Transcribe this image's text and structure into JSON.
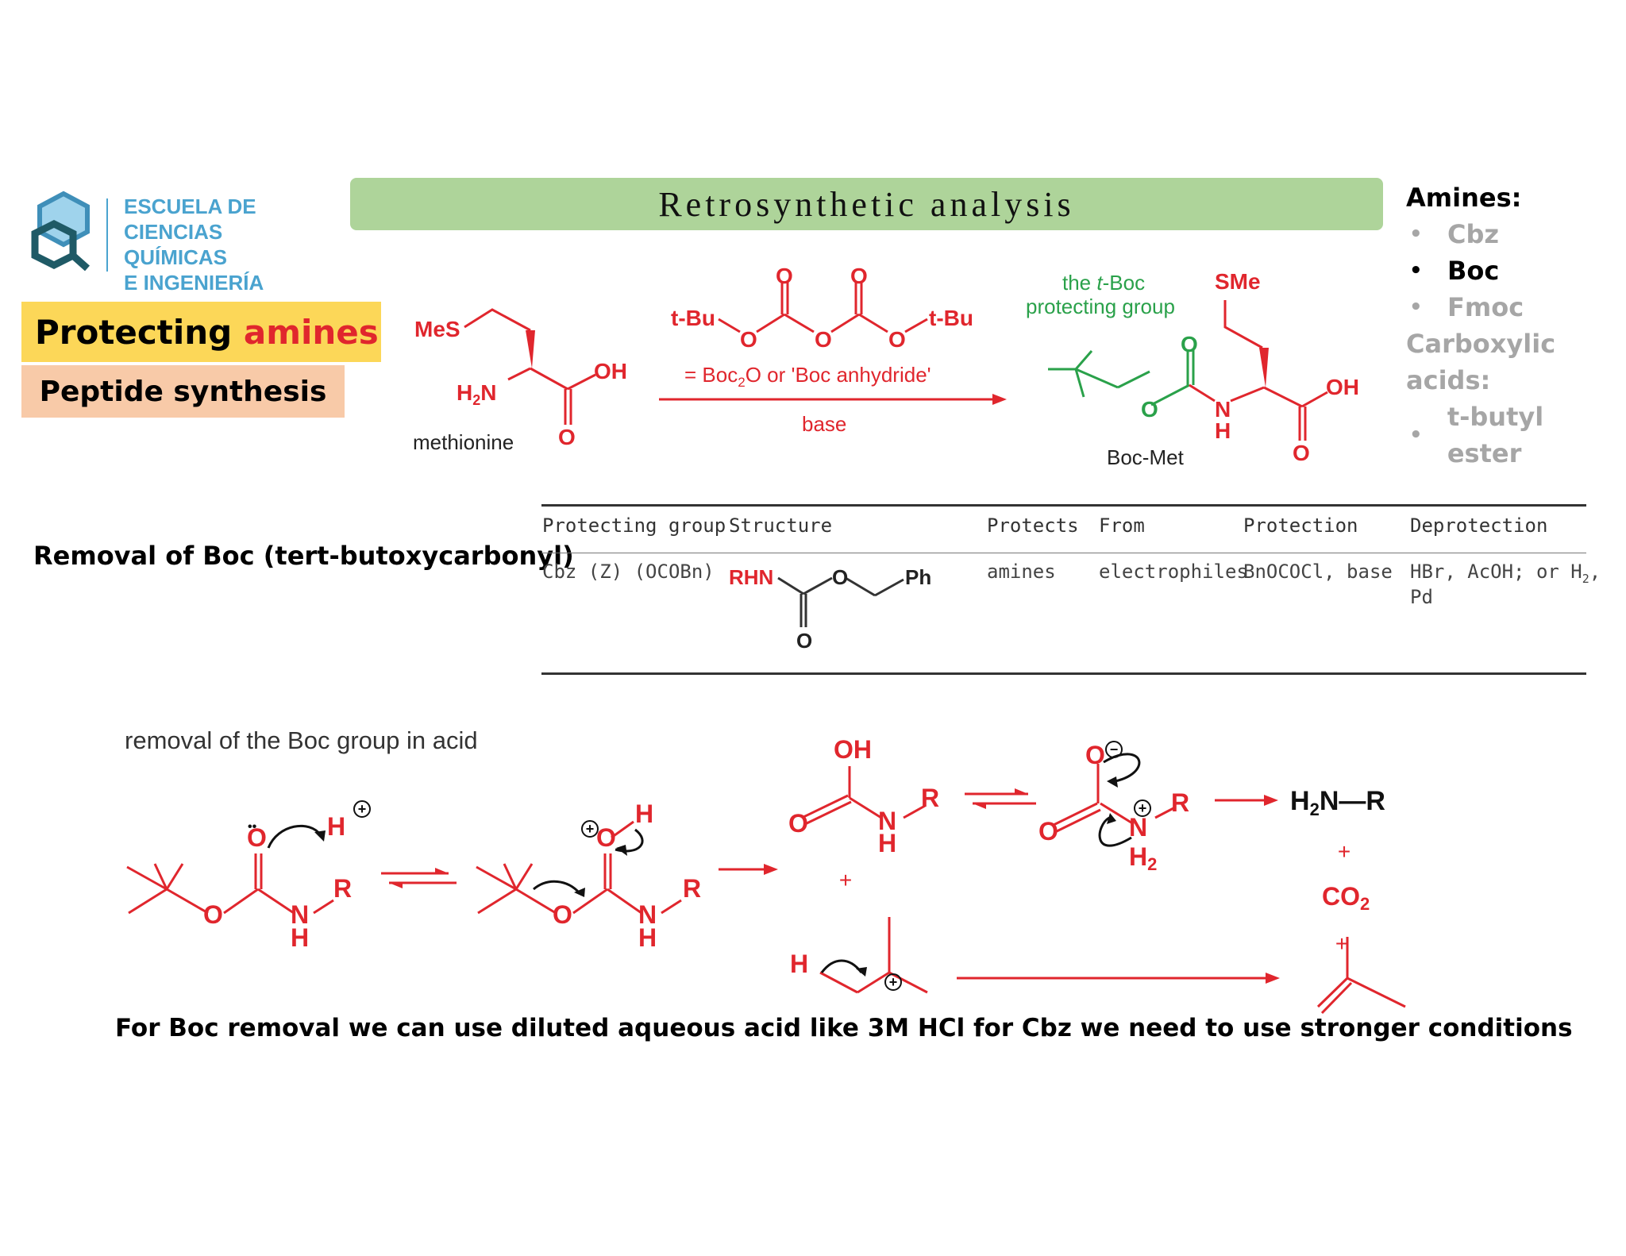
{
  "logo": {
    "line1": "ESCUELA DE",
    "line2": "CIENCIAS QUÍMICAS",
    "line3": "E INGENIERÍA"
  },
  "title": "Retrosynthetic analysis",
  "topic": {
    "prefix": "Protecting ",
    "highlight": "amines",
    "subtitle": "Peptide synthesis"
  },
  "sidebar": {
    "amines_heading": "Amines:",
    "amines": [
      "Cbz",
      "Boc",
      "Fmoc"
    ],
    "acids_heading": "Carboxylic acids:",
    "acids": [
      "t-butyl ester"
    ],
    "bullet": "•"
  },
  "colors": {
    "accent_red": "#e0262d",
    "green": "#2aa14a",
    "title_bar": "#aed49a",
    "grey": "#a6a6a6"
  },
  "scheme1": {
    "mes": "MeS",
    "h2n": "H",
    "h2n_sub": "2",
    "h2n_n": "N",
    "oh": "OH",
    "o": "O",
    "methionine": "methionine",
    "tbu_left": "t-Bu",
    "tbu_right": "t-Bu",
    "reagent": "= Boc",
    "reagent_sub": "2",
    "reagent_rest": "O or 'Boc anhydride'",
    "base": "base",
    "tboc_line1_a": "the ",
    "tboc_line1_b": "t",
    "tboc_line1_c": "-Boc",
    "tboc_line2": "protecting group",
    "sme": "SMe",
    "n": "N",
    "h": "H",
    "bocmet": "Boc-Met"
  },
  "heading_removal": "Removal of Boc (tert-butoxycarbonyl)",
  "table": {
    "headers": [
      "Protecting group",
      "Structure",
      "Protects",
      "From",
      "Protection",
      "Deprotection"
    ],
    "row": {
      "group": "Cbz (Z) (OCOBn)",
      "struct_rhn": "RHN",
      "struct_o": "O",
      "struct_ph": "Ph",
      "struct_o2": "O",
      "protects": "amines",
      "from": "electrophiles",
      "protection": "BnOCOCl, base",
      "deprotection_a": "HBr, AcOH; or H",
      "deprotection_sub": "2",
      "deprotection_b": ", Pd"
    }
  },
  "scheme2": {
    "caption": "removal of the Boc group in acid",
    "o": "O",
    "h": "H",
    "n": "N",
    "r": "R",
    "plus_charge": "+",
    "minus_charge": "−",
    "oh": "OH",
    "h2": "H",
    "h2_sub": "2",
    "product_amine_a": "H",
    "product_amine_sub": "2",
    "product_amine_b": "N—R",
    "co2_a": "CO",
    "co2_sub": "2",
    "plus": "+",
    "dots": "••"
  },
  "footer": "For Boc removal we can use diluted aqueous acid like 3M HCl for Cbz we need to use stronger conditions"
}
